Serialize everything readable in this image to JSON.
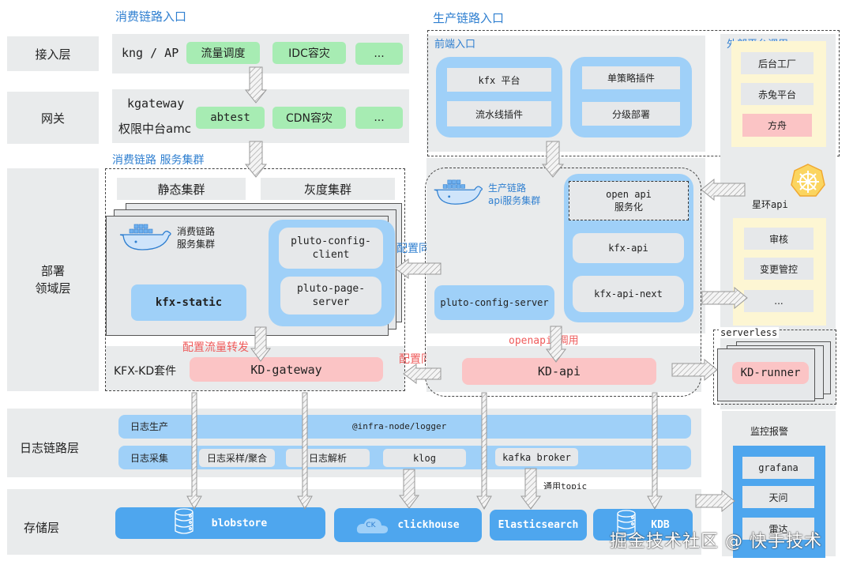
{
  "headers": {
    "consume_entry": "消费链路入口",
    "produce_entry": "生产链路入口",
    "consume_cluster": "消费链路 服务集群"
  },
  "layers": {
    "access": "接入层",
    "gateway": "网关",
    "deploy_line1": "部署",
    "deploy_line2": "领域层",
    "log": "日志链路层",
    "storage": "存储层"
  },
  "access_row": {
    "label": "kng / AP",
    "items": [
      "流量调度",
      "IDC容灾",
      "..."
    ]
  },
  "gateway_row": {
    "label_line1": "kgateway",
    "label_line2": "权限中台amc",
    "items": [
      "abtest",
      "CDN容灾",
      "..."
    ]
  },
  "frontend": {
    "title": "前端入口",
    "group1": [
      "kfx 平台",
      "流水线插件"
    ],
    "group2": [
      "单策略插件",
      "分级部署"
    ]
  },
  "external": {
    "title": "外部平台调用",
    "items": [
      "后台工厂",
      "赤兔平台",
      "方舟"
    ]
  },
  "consume_cluster": {
    "tabs": [
      "静态集群",
      "灰度集群"
    ],
    "docker_label_line1": "消费链路",
    "docker_label_line2": "服务集群",
    "kfx_static": "kfx-static",
    "pluto_config_client_line1": "pluto-config-",
    "pluto_config_client_line2": "client",
    "pluto_page_server_line1": "pluto-page-",
    "pluto_page_server_line2": "server"
  },
  "kd_suite": {
    "label": "KFX-KD套件",
    "gateway": "KD-gateway",
    "api": "KD-api",
    "forward_label": "配置流量转发",
    "openapi_label": "openapi 调用"
  },
  "sync_labels": {
    "blue": "配置同步",
    "red": "配置同步"
  },
  "produce_cluster": {
    "docker_label_line1": "生产链路",
    "docker_label_line2": "api服务集群",
    "open_api_line1": "open api",
    "open_api_line2": "服务化",
    "kfx_api": "kfx-api",
    "kfx_api_next": "kfx-api-next",
    "pluto_config_server": "pluto-config-server"
  },
  "xinghuan": {
    "label": "星环api",
    "items": [
      "审核",
      "变更管控",
      "..."
    ]
  },
  "serverless": {
    "title": "serverless",
    "runner": "KD-runner"
  },
  "log_layer": {
    "produce_label": "日志生产",
    "produce_value": "@infra-node/logger",
    "collect_label": "日志采集",
    "collect_items": [
      "日志采样/聚合",
      "日志解析",
      "klog",
      "kafka broker"
    ],
    "topic_label": "通用topic"
  },
  "storage": {
    "items": [
      "blobstore",
      "clickhouse",
      "Elasticsearch",
      "KDB"
    ],
    "ck_badge": "CK"
  },
  "monitor": {
    "title": "监控报警",
    "items": [
      "grafana",
      "天问",
      "雷达"
    ]
  },
  "watermark": "掘金技术社区 @ 快手技术",
  "colors": {
    "accent_blue": "#2f7fd0",
    "alert_red": "#ef5b5b",
    "green_chip": "#a7ecb3",
    "light_blue": "#9fd0f8",
    "storage_blue": "#4ea6ee",
    "pink": "#fbc4c5",
    "yellow_panel": "#fdf6d3"
  }
}
